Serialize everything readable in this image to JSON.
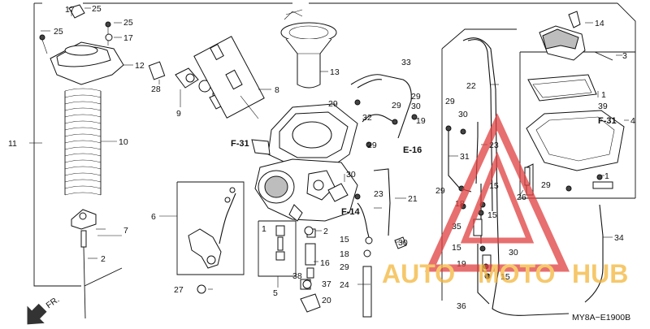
{
  "labels": {
    "p1_top": "1",
    "p1_right": "1",
    "p1_bowl": "1",
    "p2": "2",
    "p2_b": "2",
    "p3": "3",
    "p4": "4",
    "p5": "5",
    "p6": "6",
    "p7": "7",
    "p8": "8",
    "p9": "9",
    "p10": "10",
    "p11": "11",
    "p12": "12",
    "p13": "13",
    "p14": "14",
    "p15_a": "15",
    "p15_b": "15",
    "p15_c": "15",
    "p15_d": "15",
    "p15_e": "15",
    "p16": "16",
    "p17_a": "17",
    "p17_b": "17",
    "p18_a": "18",
    "p18_b": "18",
    "p19_a": "19",
    "p19_b": "19",
    "p20": "20",
    "p21": "21",
    "p22": "22",
    "p23_a": "23",
    "p23_b": "23",
    "p24": "24",
    "p25_a": "25",
    "p25_b": "25",
    "p25_c": "25",
    "p26": "26",
    "p27": "27",
    "p28": "28",
    "p29_a": "29",
    "p29_b": "29",
    "p29_c": "29",
    "p29_d": "29",
    "p29_e": "29",
    "p29_f": "29",
    "p29_g": "29",
    "p30_a": "30",
    "p30_b": "30",
    "p30_c": "30",
    "p30_d": "30",
    "p31": "31",
    "p32": "32",
    "p33": "33",
    "p34": "34",
    "p35": "35",
    "p36": "36",
    "p37": "37",
    "p38": "38",
    "p39": "39"
  },
  "refs": {
    "f31_left": "F-31",
    "f31_right": "F-31",
    "e16": "E-16",
    "f14": "F-14"
  },
  "direction": "FR.",
  "diagram_code": "MY8A−E1900B",
  "watermark": {
    "text_a": "AUTO",
    "text_b": "MOTO",
    "text_c": "HUB",
    "color": "#e0403f",
    "accent": "#f4b63a"
  }
}
